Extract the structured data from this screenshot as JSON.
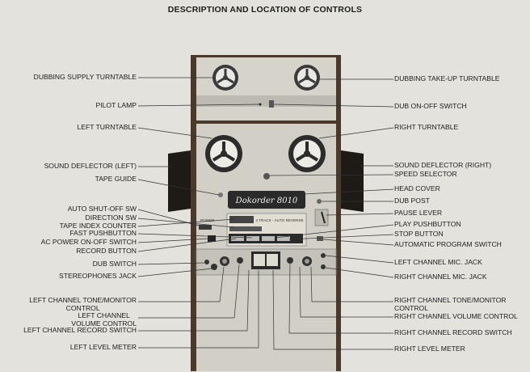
{
  "title": "DESCRIPTION AND LOCATION OF CONTROLS",
  "brand": "Dokorder 8010",
  "panel_text": "4 TRACK - AUTO REVERSE",
  "power_label": "POWER",
  "labels_left": [
    "DUBBING SUPPLY TURNTABLE",
    "PILOT LAMP",
    "LEFT TURNTABLE",
    "SOUND DEFLECTOR (LEFT)",
    "TAPE GUIDE",
    "AUTO SHUT-OFF SW",
    "DIRECTION SW",
    "TAPE INDEX COUNTER",
    "FAST PUSHBUTTON",
    "AC POWER ON-OFF SWITCH",
    "RECORD BUTTON",
    "DUB SWITCH",
    "STEREOPHONES JACK",
    "LEFT CHANNEL TONE/MONITOR\nCONTROL",
    "LEFT CHANNEL\nVOLUME CONTROL",
    "LEFT CHANNEL RECORD SWITCH",
    "LEFT LEVEL METER"
  ],
  "labels_right": [
    "DUBBING TAKE-UP TURNTABLE",
    "DUB ON-OFF SWITCH",
    "RIGHT TURNTABLE",
    "SOUND DEFLECTOR (RIGHT)",
    "SPEED SELECTOR",
    "HEAD COVER",
    "DUB POST",
    "PAUSE LEVER",
    "PLAY PUSHBUTTON",
    "STOP BUTTON",
    "AUTOMATIC PROGRAM SWITCH",
    "LEFT CHANNEL MIC. JACK",
    "RIGHT CHANNEL MIC. JACK",
    "RIGHT CHANNEL TONE/MONITOR\nCONTROL",
    "RIGHT CHANNEL VOLUME CONTROL",
    "RIGHT CHANNEL RECORD SWITCH",
    "RIGHT LEVEL METER"
  ]
}
